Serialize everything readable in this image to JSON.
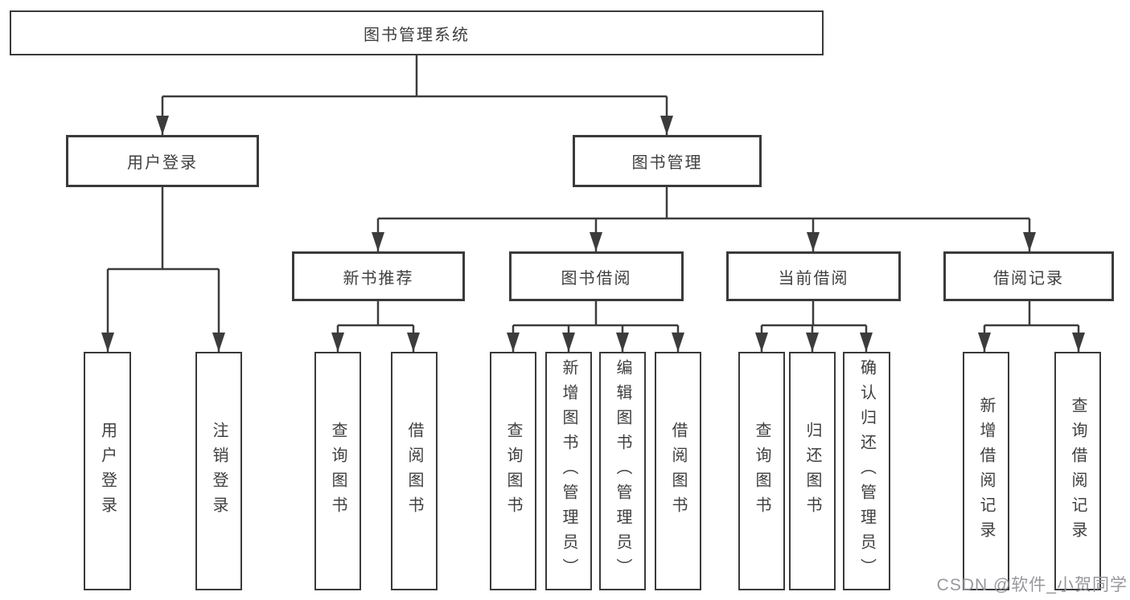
{
  "tree": {
    "label": "图书管理系统",
    "children": [
      {
        "label": "用户登录",
        "children": [
          {
            "label": "用户登录"
          },
          {
            "label": "注销登录"
          }
        ]
      },
      {
        "label": "图书管理",
        "children": [
          {
            "label": "新书推荐",
            "children": [
              {
                "label": "查询图书"
              },
              {
                "label": "借阅图书"
              }
            ]
          },
          {
            "label": "图书借阅",
            "children": [
              {
                "label": "查询图书"
              },
              {
                "label": "新增图书（管理员）"
              },
              {
                "label": "编辑图书（管理员）"
              },
              {
                "label": "借阅图书"
              }
            ]
          },
          {
            "label": "当前借阅",
            "children": [
              {
                "label": "查询图书"
              },
              {
                "label": "归还图书"
              },
              {
                "label": "确认归还（管理员）"
              }
            ]
          },
          {
            "label": "借阅记录",
            "children": [
              {
                "label": "新增借阅记录"
              },
              {
                "label": "查询借阅记录"
              }
            ]
          }
        ]
      }
    ]
  },
  "watermark": "CSDN @软件_小贺同学",
  "colors": {
    "line": "#3c3c3c",
    "box_border": "#3a3a3a",
    "text": "#3f3f3f",
    "background": "#ffffff",
    "watermark": "#97979d"
  }
}
